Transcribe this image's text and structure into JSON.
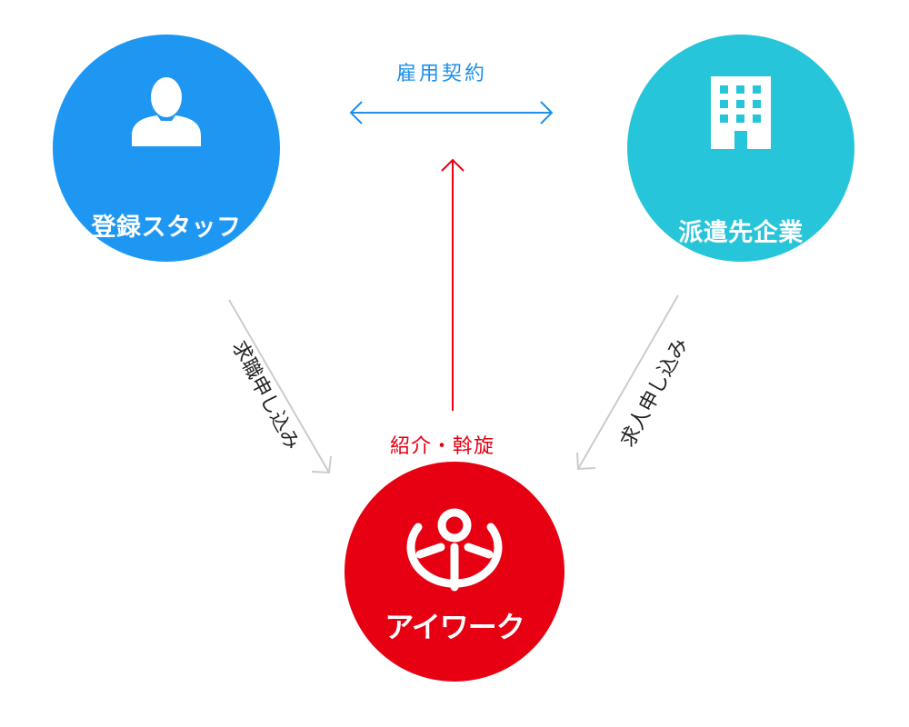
{
  "nodes": {
    "staff": {
      "label": "登録スタッフ",
      "icon": "person-icon",
      "color": "#1e97f2"
    },
    "client": {
      "label": "派遣先企業",
      "icon": "building-icon",
      "color": "#27c5d9"
    },
    "aiwork": {
      "label": "アイワーク",
      "icon": "aiwork-logo-icon",
      "color": "#e60012"
    }
  },
  "edges": {
    "employment": {
      "label": "雇用契約",
      "color": "#1e90e8"
    },
    "introduction": {
      "label": "紹介・斡旋",
      "color": "#e60012"
    },
    "job_application": {
      "label": "求職申し込み",
      "color": "#cccccc"
    },
    "job_offer": {
      "label": "求人申し込み",
      "color": "#cccccc"
    }
  }
}
